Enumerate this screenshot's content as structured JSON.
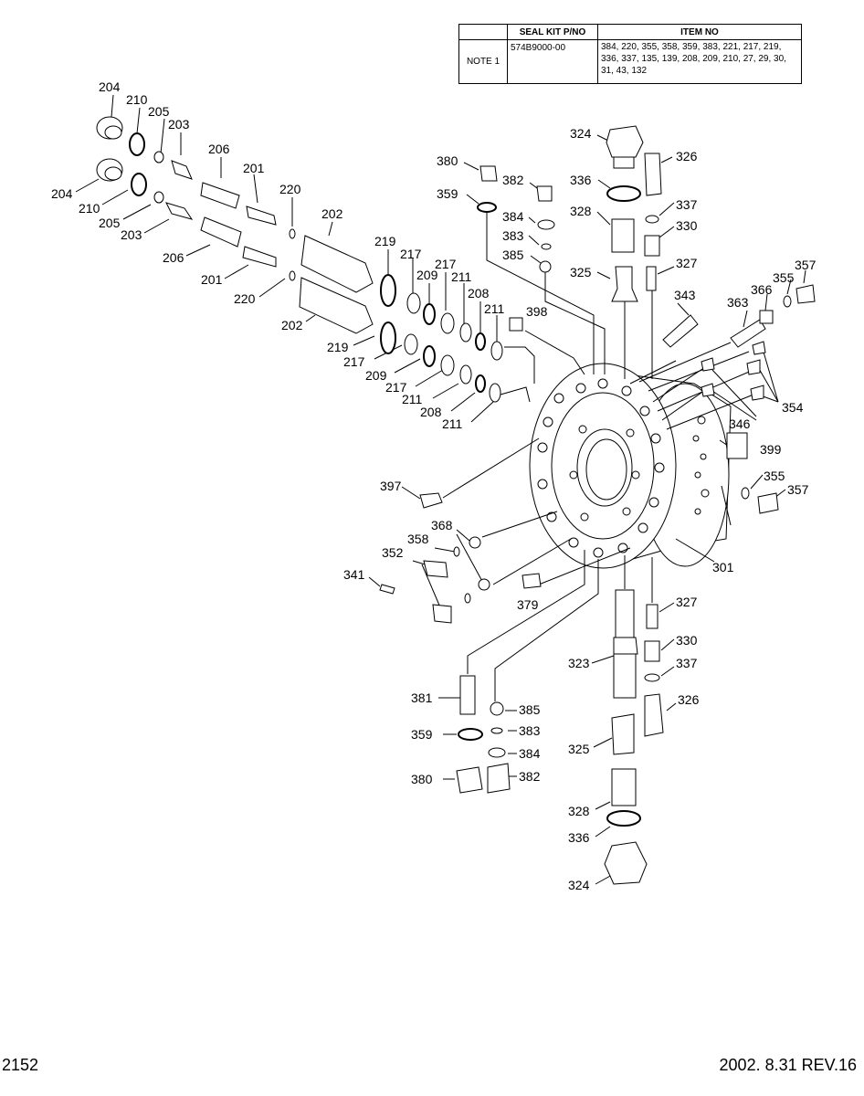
{
  "table": {
    "head_kit": "SEAL KIT P/NO",
    "head_item": "ITEM NO",
    "note": "NOTE 1",
    "kit_no": "574B9000-00",
    "items": "384, 220, 355, 358, 359, 383, 221, 217, 219, 336, 337, 135, 139, 208, 209, 210, 27, 29, 30, 31, 43, 132"
  },
  "labels": {
    "l204a": "204",
    "l210a": "210",
    "l205a": "205",
    "l203a": "203",
    "l204b": "204",
    "l210b": "210",
    "l205b": "205",
    "l203b": "203",
    "l206a": "206",
    "l206b": "206",
    "l201a": "201",
    "l201b": "201",
    "l220a": "220",
    "l220b": "220",
    "l202a": "202",
    "l202b": "202",
    "l219a": "219",
    "l219b": "219",
    "l217a": "217",
    "l217b": "217",
    "l217c": "217",
    "l217d": "217",
    "l209a": "209",
    "l209b": "209",
    "l211a": "211",
    "l211b": "211",
    "l211c": "211",
    "l211d": "211",
    "l208a": "208",
    "l208b": "208",
    "l380a": "380",
    "l382a": "382",
    "l359a": "359",
    "l384a": "384",
    "l383a": "383",
    "l385a": "385",
    "l398": "398",
    "l324a": "324",
    "l326a": "326",
    "l336a": "336",
    "l328a": "328",
    "l337a": "337",
    "l330a": "330",
    "l325a": "325",
    "l327a": "327",
    "l343": "343",
    "l363": "363",
    "l366": "366",
    "l355a": "355",
    "l357a": "357",
    "l346": "346",
    "l354": "354",
    "l399": "399",
    "l355b": "355",
    "l357b": "357",
    "l397": "397",
    "l368": "368",
    "l358": "358",
    "l352": "352",
    "l341": "341",
    "l379": "379",
    "l301": "301",
    "l327b": "327",
    "l330b": "330",
    "l323": "323",
    "l337b": "337",
    "l326b": "326",
    "l381": "381",
    "l385b": "385",
    "l359b": "359",
    "l383b": "383",
    "l325b": "325",
    "l384b": "384",
    "l380b": "380",
    "l382b": "382",
    "l328b": "328",
    "l336b": "336",
    "l324b": "324"
  },
  "footer": {
    "page": "2152",
    "rev": "2002. 8.31  REV.16"
  }
}
